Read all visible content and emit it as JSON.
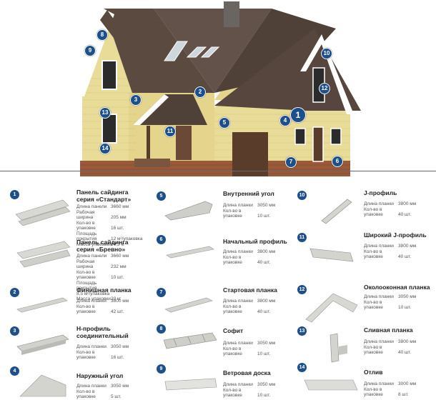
{
  "house_badges": [
    "1",
    "2",
    "3",
    "4",
    "5",
    "6",
    "7",
    "8",
    "9",
    "10",
    "11",
    "12",
    "13",
    "14"
  ],
  "items": [
    {
      "num": "1",
      "title": "Панель сайдинга серия «Стандарт»",
      "specs": [
        [
          "Длина панели",
          "3660 мм"
        ],
        [
          "Рабочая ширина",
          "205 мм"
        ],
        [
          "Кол-во в упаковке",
          "16 шт."
        ],
        [
          "Площадь покрытия",
          "12 м²/упаковка"
        ],
        [
          "Масса упаковки",
          "24,5 кг"
        ]
      ]
    },
    {
      "num": "",
      "title": "Панель сайдинга серия «Бревно»",
      "specs": [
        [
          "Длина панели",
          "3660 мм"
        ],
        [
          "Рабочая ширина",
          "232 мм"
        ],
        [
          "Кол-во в упаковке",
          "10 шт."
        ],
        [
          "Площадь покрытия",
          "8,5 м²/упаковка"
        ],
        [
          "Масса упаковки",
          "20 кг"
        ]
      ]
    },
    {
      "num": "2",
      "title": "Финишная планка",
      "specs": [
        [
          "Длина планки",
          "3800 мм"
        ],
        [
          "Кол-во в упаковке",
          "42 шт."
        ]
      ]
    },
    {
      "num": "3",
      "title": "Н-профиль соединительный",
      "specs": [
        [
          "Длина планки",
          "3050 мм"
        ],
        [
          "Кол-во в упаковке",
          "16 шт."
        ]
      ]
    },
    {
      "num": "4",
      "title": "Наружный угол",
      "specs": [
        [
          "Длина планки",
          "3050 мм"
        ],
        [
          "Кол-во в упаковке",
          "5 шт."
        ]
      ]
    },
    {
      "num": "5",
      "title": "Внутренний угол",
      "specs": [
        [
          "Длина планки",
          "3050 мм"
        ],
        [
          "Кол-во в упаковке",
          "10 шт."
        ]
      ]
    },
    {
      "num": "6",
      "title": "Начальный профиль",
      "specs": [
        [
          "Длина планки",
          "3800 мм"
        ],
        [
          "Кол-во в упаковке",
          "40 шт."
        ]
      ]
    },
    {
      "num": "7",
      "title": "Стартовая планка",
      "specs": [
        [
          "Длина планки",
          "3800 мм"
        ],
        [
          "Кол-во в упаковке",
          "40 шт."
        ]
      ]
    },
    {
      "num": "8",
      "title": "Софит",
      "specs": [
        [
          "Длина планки",
          "3050 мм"
        ],
        [
          "Кол-во в упаковке",
          "10 шт."
        ]
      ]
    },
    {
      "num": "9",
      "title": "Ветровая доска",
      "specs": [
        [
          "Длина планки",
          "3050 мм"
        ],
        [
          "Кол-во в упаковке",
          "10 шт."
        ]
      ]
    },
    {
      "num": "10",
      "title": "J-профиль",
      "specs": [
        [
          "Длина планки",
          "3800 мм"
        ],
        [
          "Кол-во в упаковке",
          "40 шт."
        ]
      ]
    },
    {
      "num": "11",
      "title": "Широкий J-профиль",
      "specs": [
        [
          "Длина планки",
          "3800 мм"
        ],
        [
          "Кол-во в упаковке",
          "40 шт."
        ]
      ]
    },
    {
      "num": "12",
      "title": "Околооконная планка",
      "specs": [
        [
          "Длина планки",
          "3050 мм"
        ],
        [
          "Кол-во в упаковке",
          "10 шт."
        ]
      ]
    },
    {
      "num": "13",
      "title": "Сливная планка",
      "specs": [
        [
          "Длина планки",
          "3800 мм"
        ],
        [
          "Кол-во в упаковке",
          "40 шт."
        ]
      ]
    },
    {
      "num": "14",
      "title": "Отлив",
      "specs": [
        [
          "Длина планки",
          "3000 мм"
        ],
        [
          "Кол-во в упаковке",
          "8 шт."
        ]
      ]
    }
  ],
  "colors": {
    "badge": "#1d4f8b",
    "wall": "#e9dc98",
    "roof": "#5a4a40",
    "brick": "#9a5a3a"
  }
}
